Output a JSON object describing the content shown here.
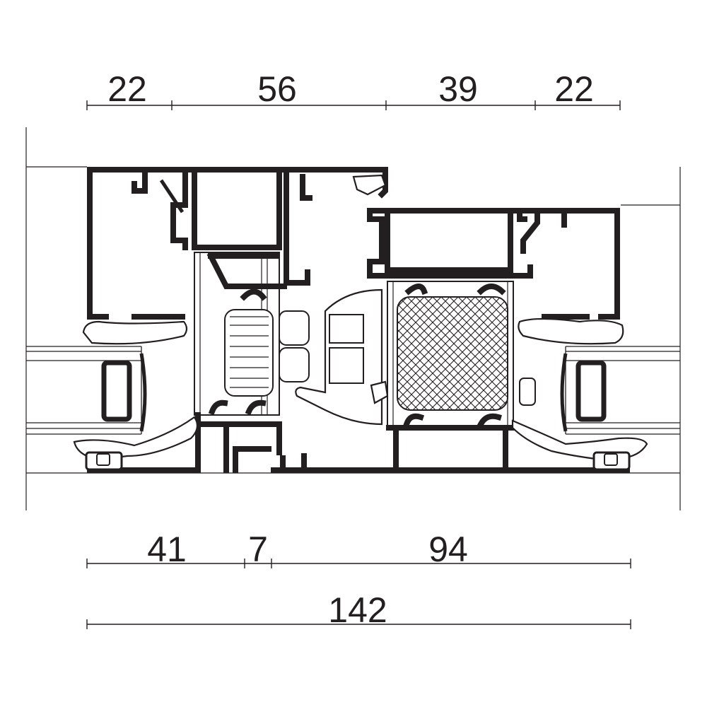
{
  "colors": {
    "ink": "#231f20",
    "background": "#ffffff",
    "hatch": "#231f20"
  },
  "dimensions": {
    "top": [
      "22",
      "56",
      "39",
      "22"
    ],
    "bottom": [
      "41",
      "7",
      "94"
    ],
    "overall": "142"
  }
}
